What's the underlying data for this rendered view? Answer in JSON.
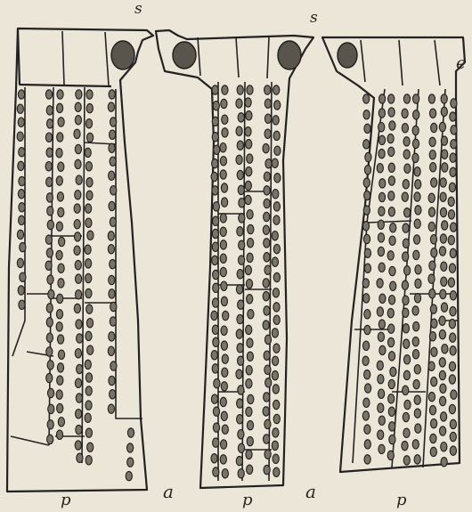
{
  "figure": {
    "labels": [
      {
        "id": "s1",
        "text": "s"
      },
      {
        "id": "s2",
        "text": "s"
      },
      {
        "id": "e",
        "text": "e"
      },
      {
        "id": "p1",
        "text": "p"
      },
      {
        "id": "a1",
        "text": "a"
      },
      {
        "id": "p2",
        "text": "p"
      },
      {
        "id": "a2",
        "text": "a"
      },
      {
        "id": "p3",
        "text": "p"
      }
    ]
  }
}
